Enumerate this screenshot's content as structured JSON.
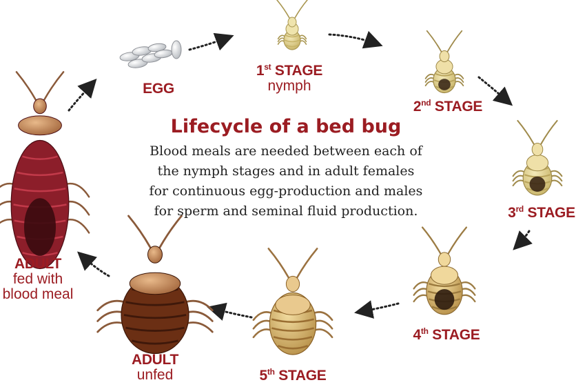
{
  "diagram": {
    "title": "Lifecycle of a bed bug",
    "description": "Blood meals are needed between each of the nymph stages and in adult females for continuous egg-production and males for sperm and seminal fluid production.",
    "colors": {
      "label": "#9b1c22",
      "arrow": "#222222"
    },
    "stages": {
      "egg": {
        "name": "EGG"
      },
      "stage1": {
        "num": "1",
        "sup": "st",
        "name": "STAGE",
        "sub": "nymph"
      },
      "stage2": {
        "num": "2",
        "sup": "nd",
        "name": "STAGE"
      },
      "stage3": {
        "num": "3",
        "sup": "rd",
        "name": "STAGE"
      },
      "stage4": {
        "num": "4",
        "sup": "th",
        "name": "STAGE"
      },
      "stage5": {
        "num": "5",
        "sup": "th",
        "name": "STAGE"
      },
      "adult_unfed": {
        "name": "ADULT",
        "sub": "unfed"
      },
      "adult_fed": {
        "name": "ADULT",
        "sub_line1": "fed with",
        "sub_line2": "blood meal"
      }
    }
  }
}
